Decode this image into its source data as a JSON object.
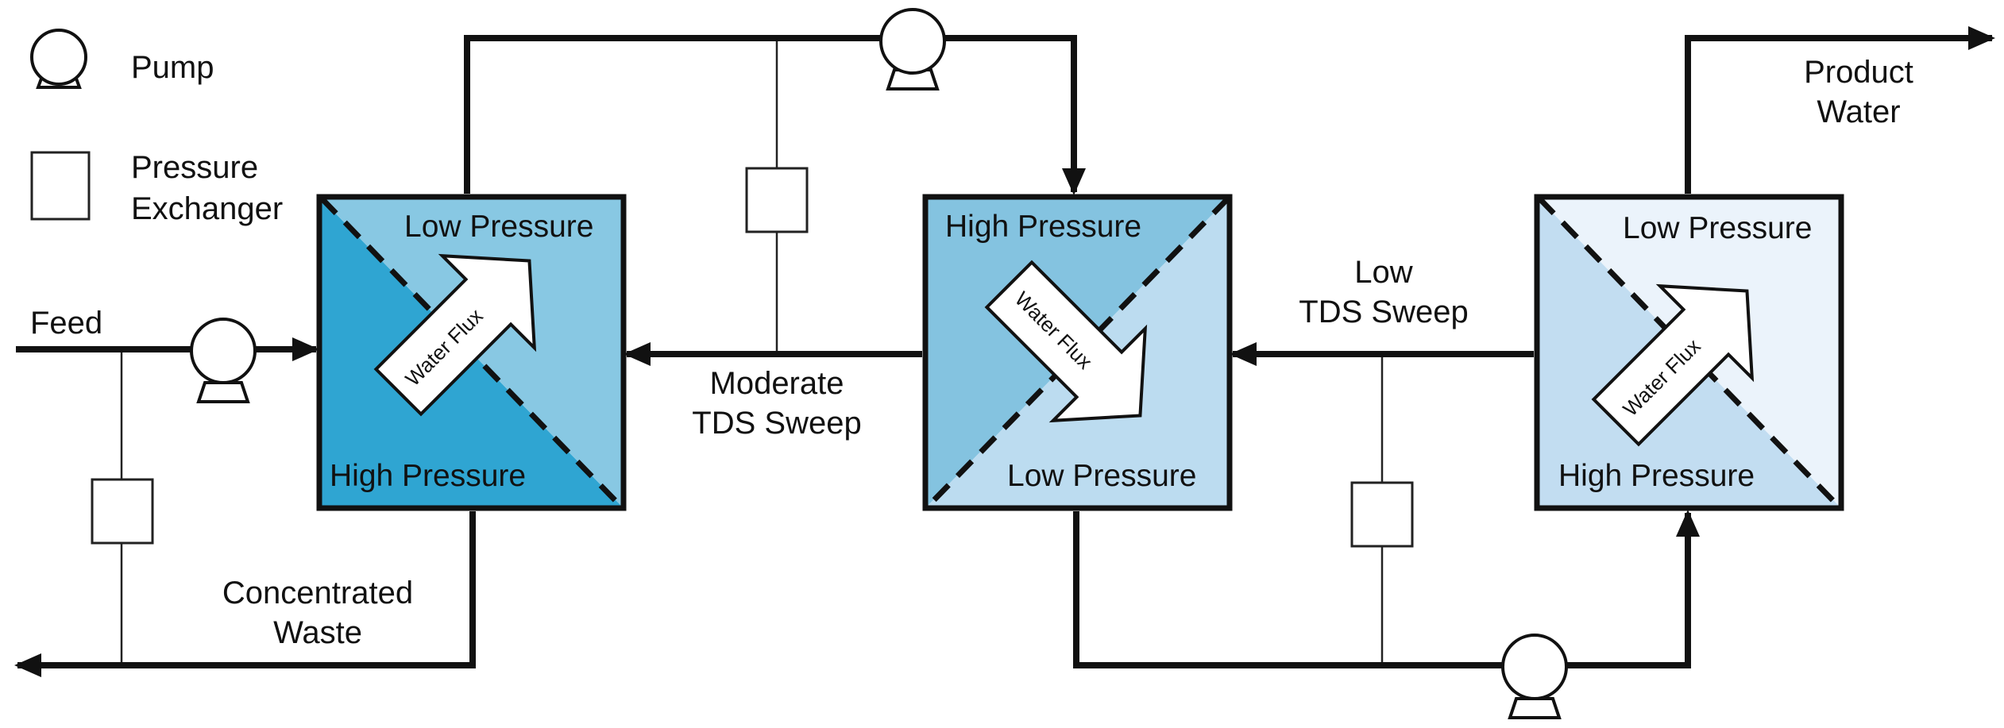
{
  "legend": {
    "pump_label": "Pump",
    "exchanger_label_line1": "Pressure",
    "exchanger_label_line2": "Exchanger"
  },
  "labels": {
    "feed": "Feed",
    "waste_line1": "Concentrated",
    "waste_line2": "Waste",
    "moderate_line1": "Moderate",
    "moderate_line2": "TDS Sweep",
    "low_line1": "Low",
    "low_line2": "TDS Sweep",
    "product_line1": "Product",
    "product_line2": "Water"
  },
  "units": [
    {
      "top_label": "Low Pressure",
      "bottom_label": "High Pressure",
      "flux_label": "Water Flux"
    },
    {
      "top_label": "High Pressure",
      "bottom_label": "Low Pressure",
      "flux_label": "Water Flux"
    },
    {
      "top_label": "Low Pressure",
      "bottom_label": "High Pressure",
      "flux_label": "Water Flux"
    }
  ],
  "colors": {
    "unit1_dark": "#2fa5d2",
    "unit1_light": "#88c8e3",
    "unit2_dark": "#84c3e0",
    "unit2_light": "#bcdcf0",
    "unit3_dark": "#c2ddf1",
    "unit3_light": "#ebf3fb"
  }
}
